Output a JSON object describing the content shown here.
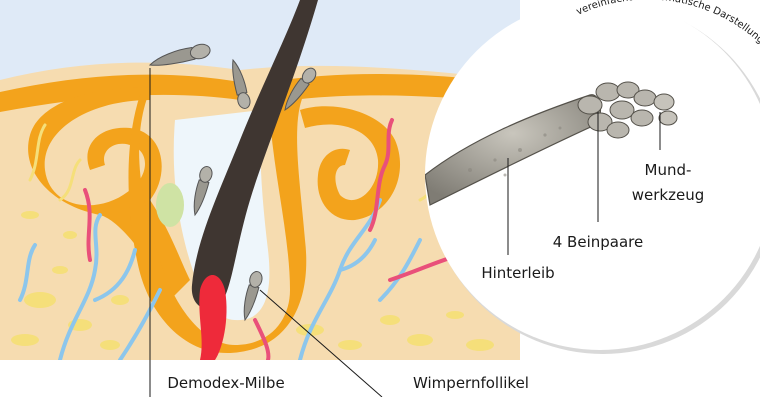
{
  "labels": {
    "demodex": "Demodex-Milbe",
    "follicle": "Wimpernfollikel",
    "hinterleib": "Hinterleib",
    "beinpaare": "4 Beinpaare",
    "mund_line1": "Mund-",
    "mund_line2": "werkzeug"
  },
  "caption_arc": "vereinfachte schematische Darstellung einer Demodex-Milbe",
  "colors": {
    "background": "#ffffff",
    "skin_sky": "#dfeaf7",
    "skin_tissue": "#f6dcb0",
    "gland_orange": "#f3a31c",
    "hair_shaft": "#3f3631",
    "blood_red": "#ee2a3a",
    "vessel_blue": "#8cc6ec",
    "vessel_pink": "#e9507a",
    "fat_yellow": "#f5df7a",
    "mite_gray": "#9a9890"
  },
  "icons": [
    "demodex-mite-icon"
  ]
}
